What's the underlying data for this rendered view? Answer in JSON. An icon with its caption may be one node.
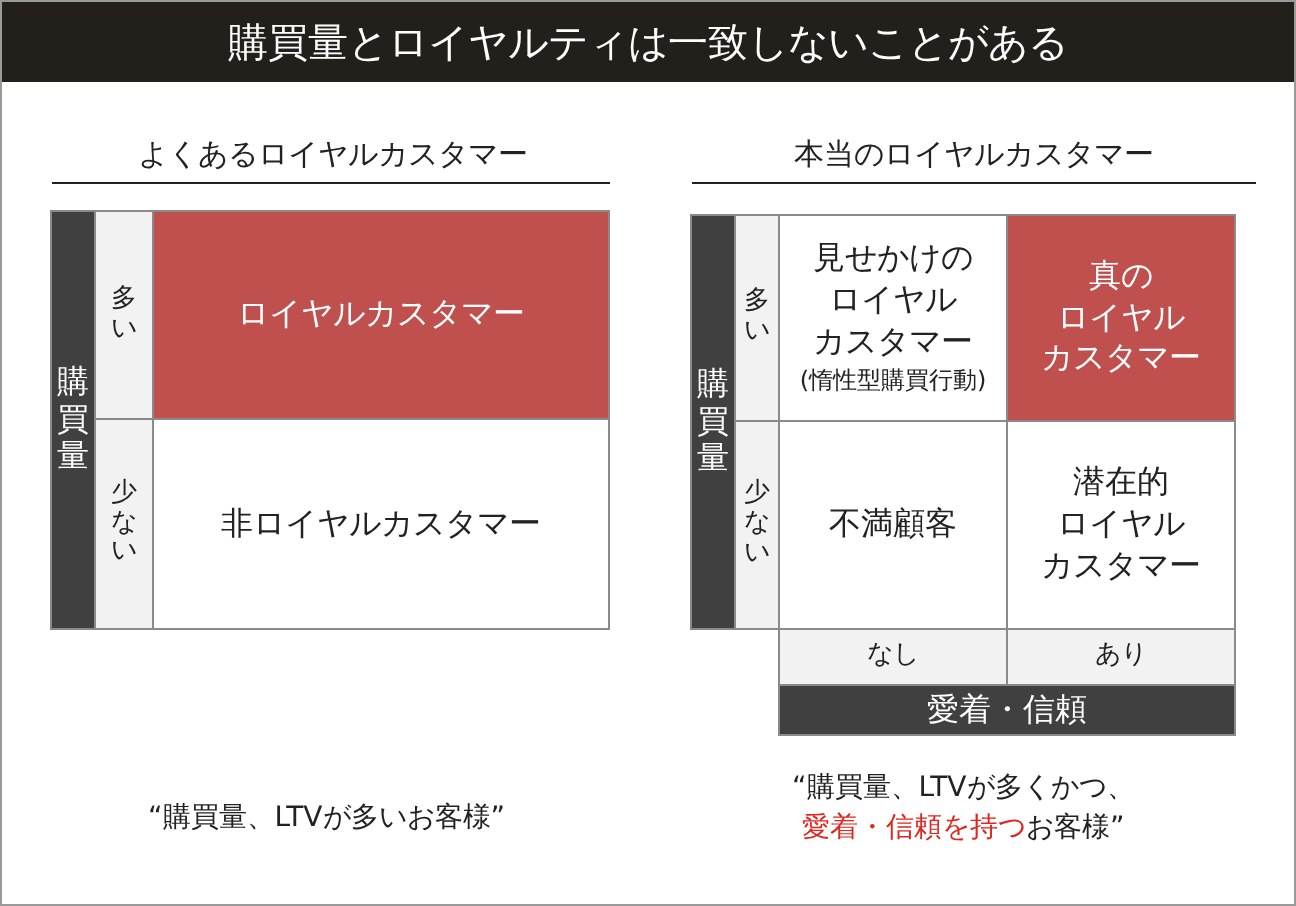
{
  "diagram": {
    "title": "購買量とロイヤルティは一致しないことがある",
    "nodes": [
      {
        "text": [
          "購買量"
        ]
      },
      {
        "text": [
          "多い"
        ]
      },
      {
        "text": [
          "ロイヤルカスタマー"
        ]
      },
      {
        "text": [
          "少ない"
        ]
      },
      {
        "text": [
          "非ロイヤルカスタマー"
        ]
      },
      {
        "text": [
          "購買量"
        ]
      },
      {
        "text": [
          "多い"
        ]
      },
      {
        "text": [
          "見せかけのロイヤルカスタマー",
          "(惰性型購買行動)"
        ]
      },
      {
        "text": [
          "真のロイヤルカスタマー"
        ]
      },
      {
        "text": [
          "少ない"
        ]
      },
      {
        "text": [
          "不満顧客"
        ]
      },
      {
        "text": [
          "潜在的ロイヤルカスタマー"
        ]
      },
      {
        "text": [
          "なし"
        ]
      },
      {
        "text": [
          "あり"
        ]
      },
      {
        "text": [
          "愛着・信頼"
        ]
      }
    ],
    "labels": [
      "よくあるロイヤルカスタマー",
      "本当のロイヤルカスタマー",
      "“購買量、LTVが多いお客様”",
      "“購買量、LTVが多くかつ、**愛着・信頼を持つ**お客様”"
    ]
  }
}
